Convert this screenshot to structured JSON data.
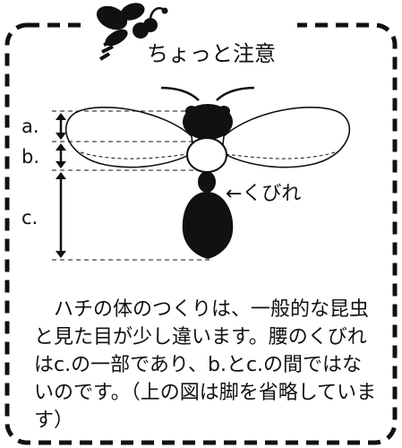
{
  "title": "ちょっと注意",
  "labels": {
    "a": "a.",
    "b": "b.",
    "c": "c.",
    "waist": "←くびれ"
  },
  "body_text": "　ハチの体のつくりは、一般的な昆虫と見た目が少し違います。腰のくびれはc.の一部であり、b.とc.の間ではないのです。（上の図は脚を省略しています）",
  "icons": [
    "bee-icon"
  ],
  "colors": {
    "ink": "#111111",
    "paper": "#ffffff"
  }
}
